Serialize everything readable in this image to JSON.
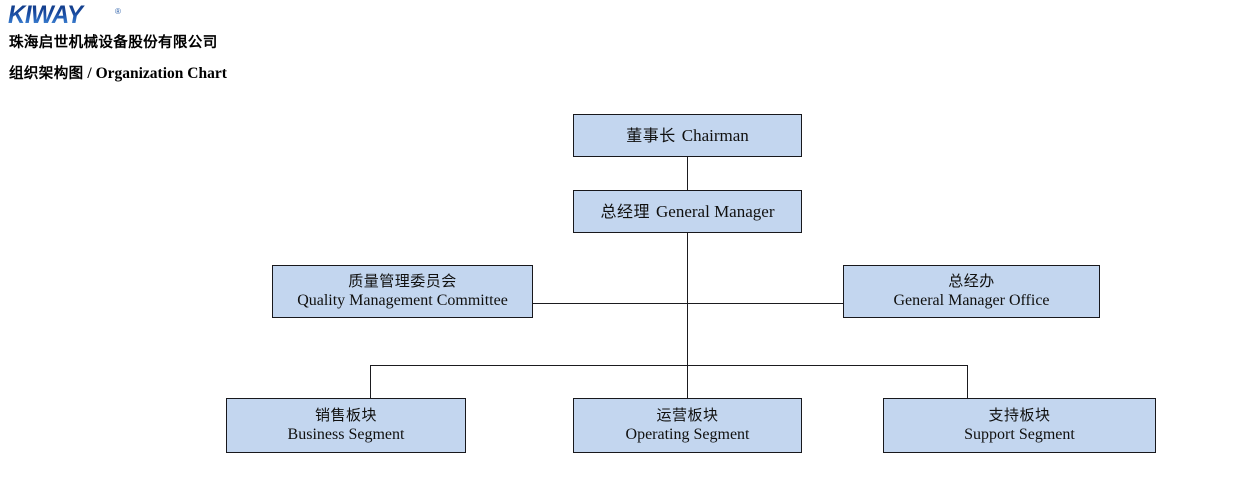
{
  "header": {
    "logo_text": "KIWAY",
    "logo_registered": "®",
    "logo_icon_name": "kiway-logo",
    "company_name": "珠海启世机械设备股份有限公司",
    "chart_title_cn": "组织架构图",
    "chart_title_sep": " / ",
    "chart_title_en": "Organization Chart"
  },
  "colors": {
    "node_fill": "#c3d6ef",
    "node_border": "#18181c",
    "connector": "#1b1b1f",
    "logo_blue_dark": "#123c86",
    "logo_blue_light": "#6fa3dd",
    "text": "#10100f"
  },
  "chart_data": {
    "type": "diagram",
    "title": "组织架构图 / Organization Chart",
    "nodes": [
      {
        "id": "chairman",
        "cn": "董事长",
        "en": "Chairman",
        "level": 0
      },
      {
        "id": "general-manager",
        "cn": "总经理",
        "en": "General Manager",
        "level": 1
      },
      {
        "id": "quality-committee",
        "cn": "质量管理委员会",
        "en": "Quality Management Committee",
        "level": 2
      },
      {
        "id": "gm-office",
        "cn": "总经办",
        "en": "General Manager Office",
        "level": 2
      },
      {
        "id": "business-segment",
        "cn": "销售板块",
        "en": "Business Segment",
        "level": 3
      },
      {
        "id": "operating-segment",
        "cn": "运营板块",
        "en": "Operating Segment",
        "level": 3
      },
      {
        "id": "support-segment",
        "cn": "支持板块",
        "en": "Support Segment",
        "level": 3
      }
    ],
    "edges": [
      {
        "from": "chairman",
        "to": "general-manager"
      },
      {
        "from": "general-manager",
        "to": "quality-committee"
      },
      {
        "from": "general-manager",
        "to": "gm-office"
      },
      {
        "from": "general-manager",
        "to": "business-segment"
      },
      {
        "from": "general-manager",
        "to": "operating-segment"
      },
      {
        "from": "general-manager",
        "to": "support-segment"
      }
    ]
  }
}
